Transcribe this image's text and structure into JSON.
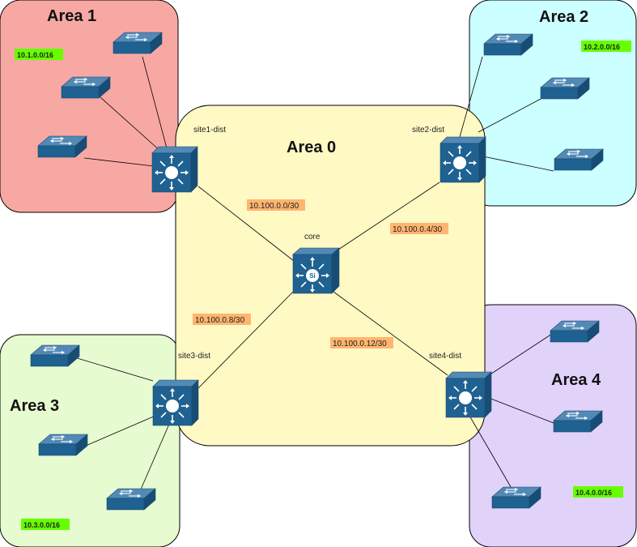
{
  "areas": {
    "area0": {
      "title": "Area 0",
      "color": "#FFF9C4"
    },
    "area1": {
      "title": "Area 1",
      "color": "#F8A8A3",
      "subnet": "10.1.0.0/16"
    },
    "area2": {
      "title": "Area 2",
      "color": "#CCFFFF",
      "subnet": "10.2.0.0/16"
    },
    "area3": {
      "title": "Area 3",
      "color": "#E6FBD0",
      "subnet": "10.3.0.0/16"
    },
    "area4": {
      "title": "Area 4",
      "color": "#E1D2FA",
      "subnet": "10.4.0.0/16"
    }
  },
  "nodes": {
    "core": "core",
    "site1": "site1-dist",
    "site2": "site2-dist",
    "site3": "site3-dist",
    "site4": "site4-dist",
    "core_badge": "Si"
  },
  "links": {
    "site1_core": "10.100.0.0/30",
    "site2_core": "10.100.0.4/30",
    "site3_core": "10.100.0.8/30",
    "site4_core": "10.100.0.12/30"
  },
  "colors": {
    "device_blue": "#1F6291",
    "subnet_green": "#66FF00",
    "link_orange": "#FFB570",
    "border": "#000000"
  }
}
